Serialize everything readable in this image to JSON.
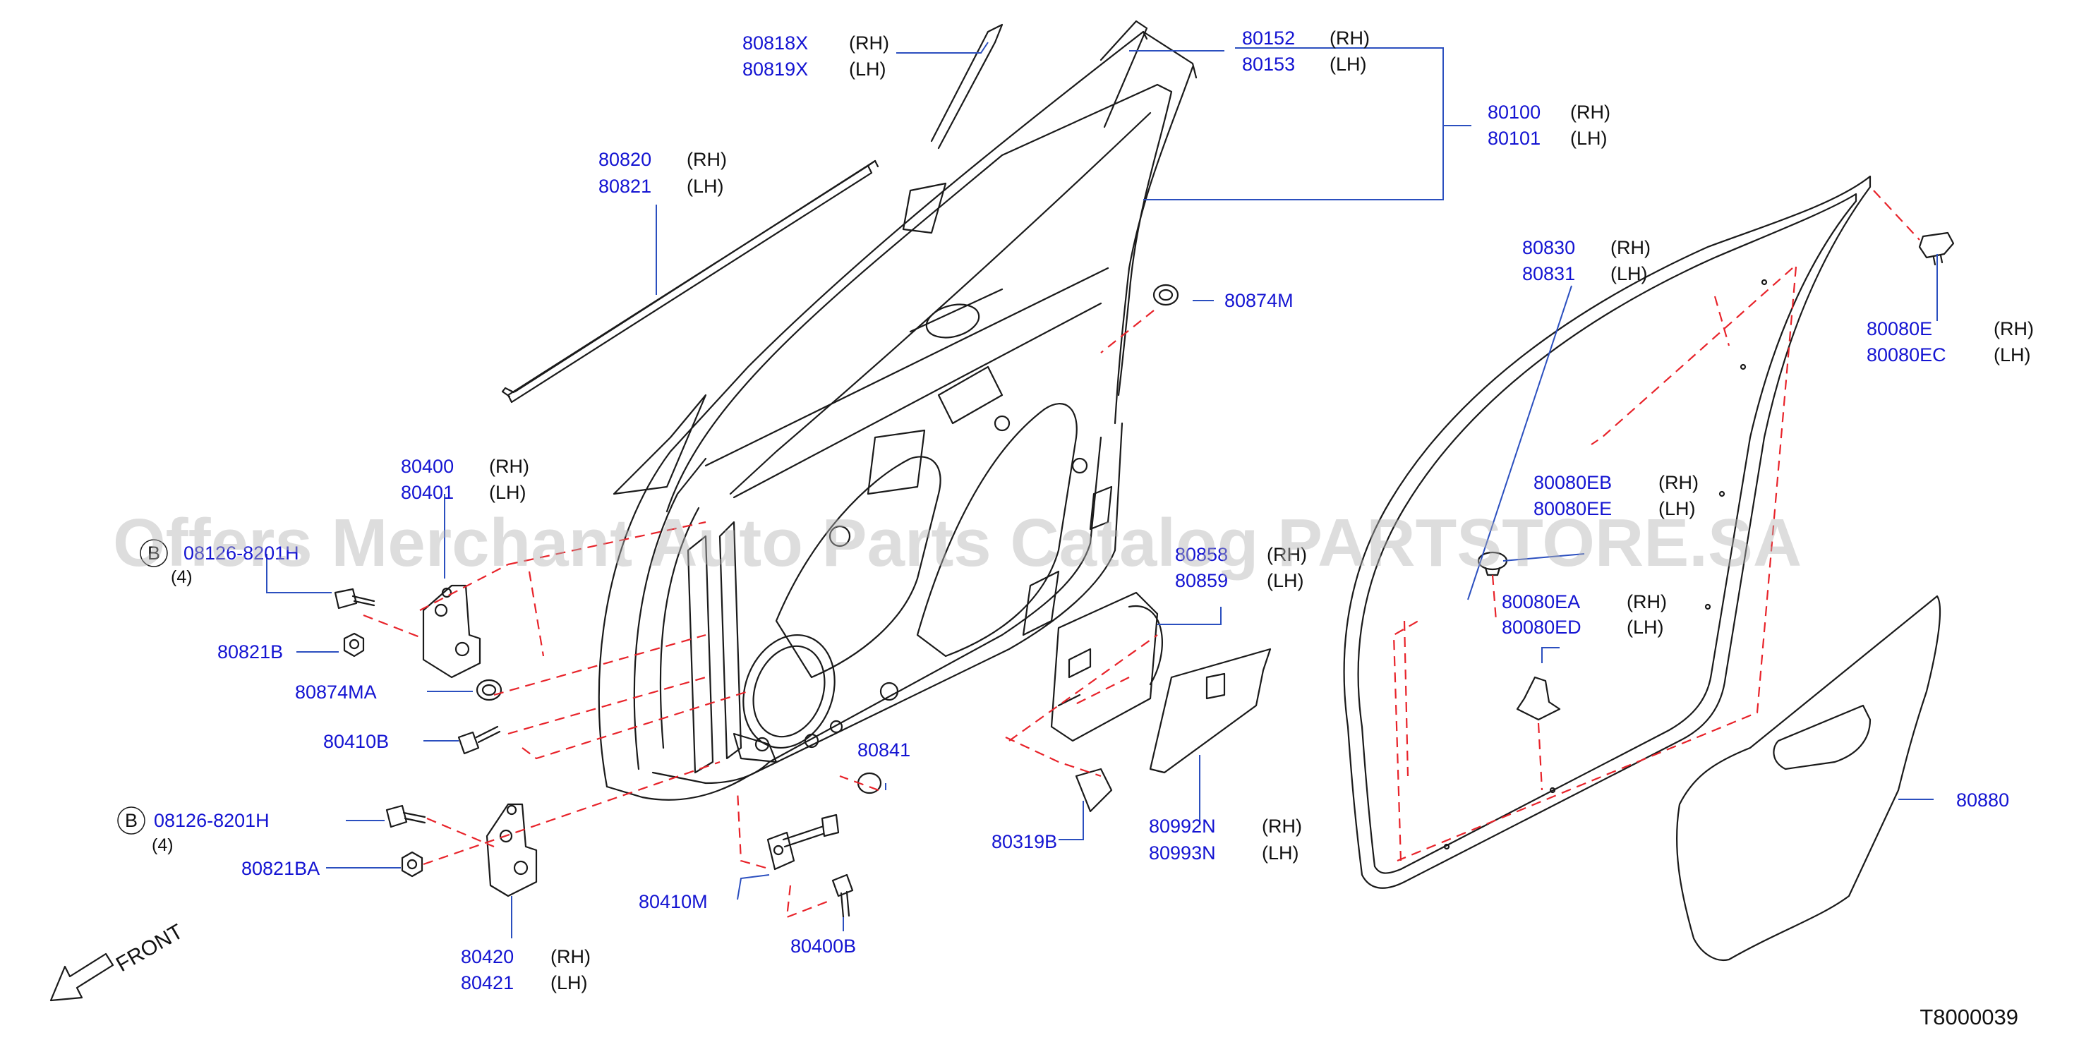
{
  "watermark": "Offers Merchant Auto Parts Catalog PARTSTORE.SA",
  "front_label": "FRONT",
  "diagram_ref": "T8000039",
  "bolt_callouts": [
    {
      "letter": "B",
      "part": "08126-8201H",
      "qty": "(4)"
    },
    {
      "letter": "B",
      "part": "08126-8201H",
      "qty": "(4)"
    }
  ],
  "callouts": [
    {
      "part": "80818X",
      "side": "(RH)"
    },
    {
      "part": "80819X",
      "side": "(LH)"
    },
    {
      "part": "80152",
      "side": "(RH)"
    },
    {
      "part": "80153",
      "side": "(LH)"
    },
    {
      "part": "80100",
      "side": "(RH)"
    },
    {
      "part": "80101",
      "side": "(LH)"
    },
    {
      "part": "80820",
      "side": "(RH)"
    },
    {
      "part": "80821",
      "side": "(LH)"
    },
    {
      "part": "80874M",
      "side": ""
    },
    {
      "part": "80830",
      "side": "(RH)"
    },
    {
      "part": "80831",
      "side": "(LH)"
    },
    {
      "part": "80080E",
      "side": "(RH)"
    },
    {
      "part": "80080EC",
      "side": "(LH)"
    },
    {
      "part": "80400",
      "side": "(RH)"
    },
    {
      "part": "80401",
      "side": "(LH)"
    },
    {
      "part": "80080EB",
      "side": "(RH)"
    },
    {
      "part": "80080EE",
      "side": "(LH)"
    },
    {
      "part": "80858",
      "side": "(RH)"
    },
    {
      "part": "80859",
      "side": "(LH)"
    },
    {
      "part": "80080EA",
      "side": "(RH)"
    },
    {
      "part": "80080ED",
      "side": "(LH)"
    },
    {
      "part": "80821B",
      "side": ""
    },
    {
      "part": "80874MA",
      "side": ""
    },
    {
      "part": "80410B",
      "side": ""
    },
    {
      "part": "80841",
      "side": ""
    },
    {
      "part": "80992N",
      "side": "(RH)"
    },
    {
      "part": "80993N",
      "side": "(LH)"
    },
    {
      "part": "80880",
      "side": ""
    },
    {
      "part": "80319B",
      "side": ""
    },
    {
      "part": "80821BA",
      "side": ""
    },
    {
      "part": "80410M",
      "side": ""
    },
    {
      "part": "80400B",
      "side": ""
    },
    {
      "part": "80420",
      "side": "(RH)"
    },
    {
      "part": "80421",
      "side": "(LH)"
    }
  ]
}
